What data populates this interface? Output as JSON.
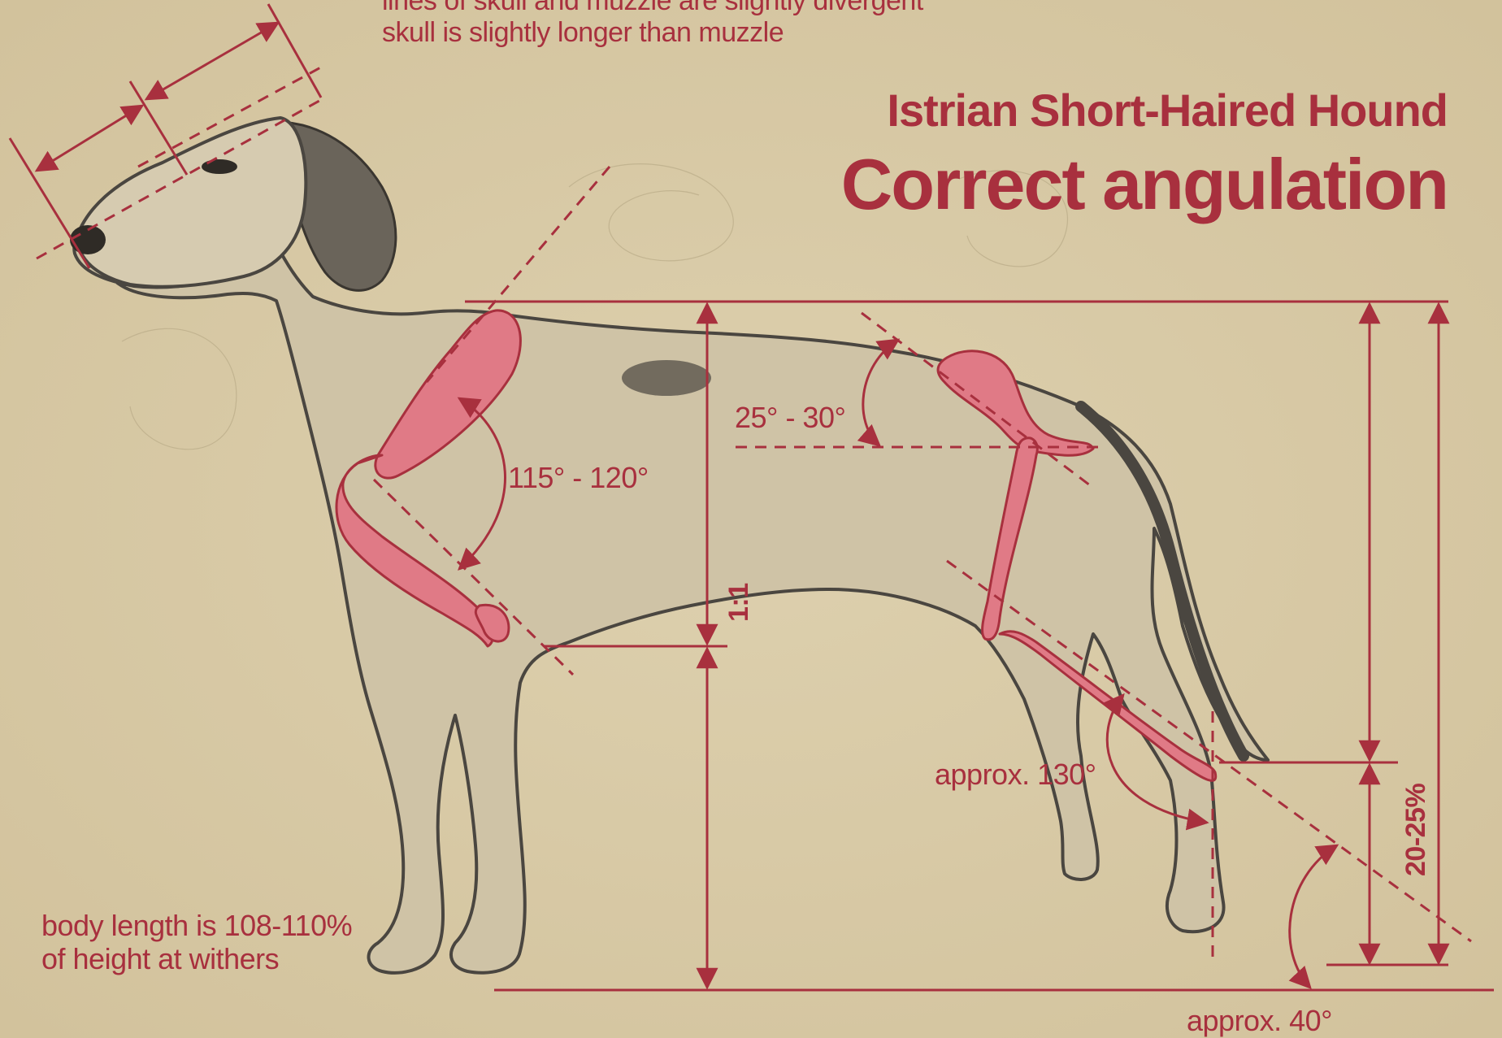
{
  "title": {
    "breed": "Istrian Short-Haired Hound",
    "heading": "Correct angulation"
  },
  "notes": {
    "skull_line1": "lines of skull and muzzle are slightly divergent",
    "skull_line2": "skull is slightly longer than muzzle",
    "body_line1": "body length is 108-110%",
    "body_line2": "of height at withers"
  },
  "angles": {
    "shoulder": "115° - 120°",
    "pelvis": "25° - 30°",
    "hock": "approx. 130°",
    "pastern": "approx. 40°"
  },
  "ratios": {
    "height": "1:1",
    "hock_height": "20-25%"
  },
  "colors": {
    "background": "#d9cba8",
    "accent": "#a8303e",
    "bone": "#e07a86",
    "sketch": "#4a4640"
  }
}
